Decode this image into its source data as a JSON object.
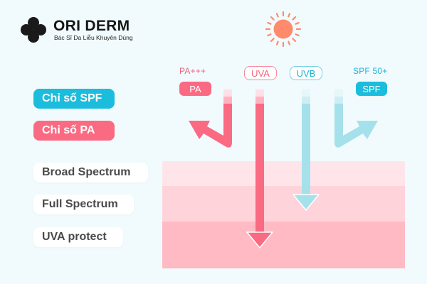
{
  "brand": {
    "name": "ORI DERM",
    "tagline": "Bác Sĩ Da Liễu Khuyên Dùng",
    "icon": "four-petal-logo-icon"
  },
  "sun": {
    "icon": "sun-icon",
    "color": "#ff8a6c"
  },
  "legend": {
    "spf_label": "Chỉ số SPF",
    "pa_label": "Chỉ số PA",
    "broad_spectrum": "Broad Spectrum",
    "full_spectrum": "Full Spectrum",
    "uva_protect": "UVA protect"
  },
  "diagram": {
    "pa_rating": "PA+++",
    "pa_tag": "PA",
    "uva_label": "UVA",
    "uvb_label": "UVB",
    "spf_rating": "SPF 50+",
    "spf_tag": "SPF",
    "arrows": [
      {
        "name": "pa-reflect-arrow",
        "color": "#fb6a83",
        "direction": "deflected-up-left"
      },
      {
        "name": "uva-arrow",
        "color": "#fb6a83",
        "direction": "down-deep"
      },
      {
        "name": "uvb-arrow",
        "color": "#a5e1eb",
        "direction": "down-shallow"
      },
      {
        "name": "spf-reflect-arrow",
        "color": "#a5e1eb",
        "direction": "deflected-up-right"
      }
    ],
    "skin_layers": [
      "#ffe5ea",
      "#ffd3da",
      "#ffbac4"
    ]
  },
  "colors": {
    "background": "#f1fbfd",
    "pink": "#fb6a83",
    "cyan": "#1bbcdc",
    "light_cyan": "#a5e1eb"
  }
}
